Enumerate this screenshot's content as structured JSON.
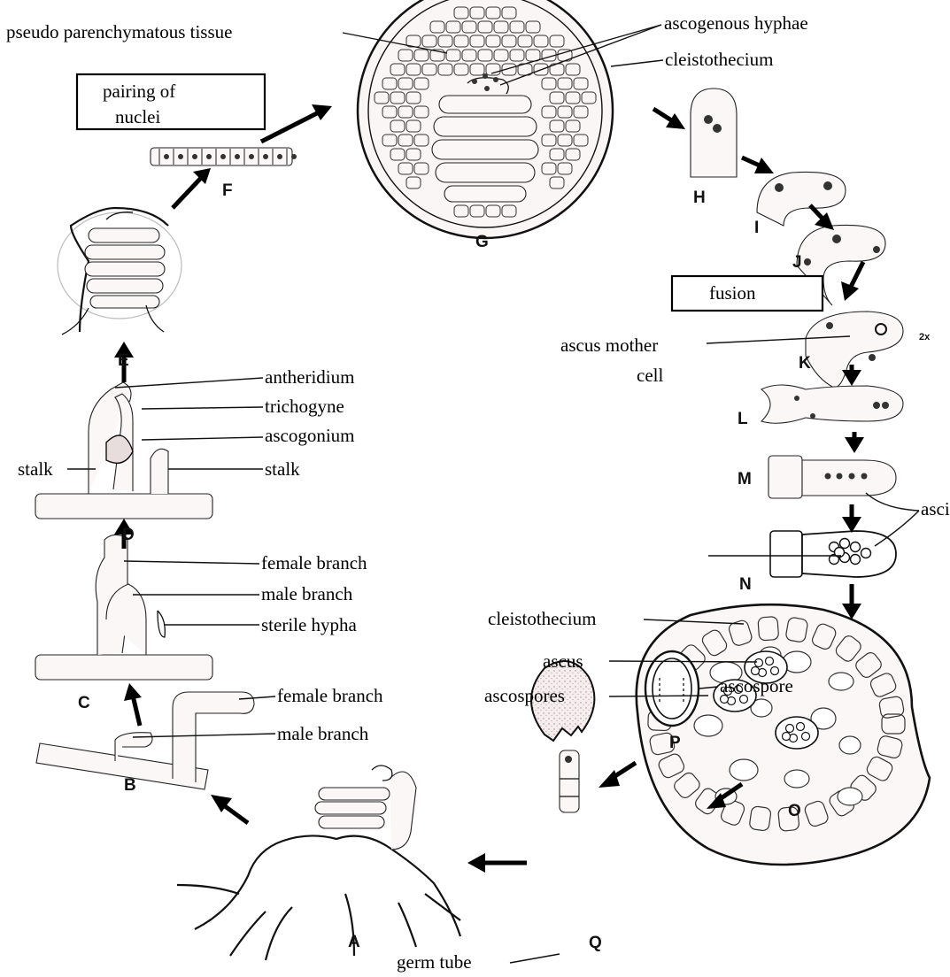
{
  "labels": {
    "pseudo_parenchymatous_tissue": "pseudo parenchymatous tissue",
    "ascogenous_hyphae": "ascogenous hyphae",
    "cleistothecium_top": "cleistothecium",
    "pairing_box_line1": "pairing of",
    "pairing_box_line2": "nuclei",
    "fusion_box": "fusion",
    "ascus_mother_cell_line1": "ascus mother",
    "ascus_mother_cell_line2": "cell",
    "two_x": "2x",
    "antheridium": "antheridium",
    "trichogyne": "trichogyne",
    "ascogonium": "ascogonium",
    "stalk_left": "stalk",
    "stalk_right": "stalk",
    "female_branch_c": "female branch",
    "male_branch_c": "male branch",
    "sterile_hypha": "sterile hypha",
    "female_branch_b": "female branch",
    "male_branch_b": "male branch",
    "asci": "asci",
    "cleistothecium_o": "cleistothecium",
    "ascus": "ascus",
    "ascospores": "ascospores",
    "ascospore": "ascospore",
    "germ_tube": "germ tube"
  },
  "stage_letters": [
    "A",
    "B",
    "C",
    "D",
    "E",
    "F",
    "G",
    "H",
    "I",
    "J",
    "K",
    "L",
    "M",
    "N",
    "O",
    "P",
    "Q"
  ]
}
